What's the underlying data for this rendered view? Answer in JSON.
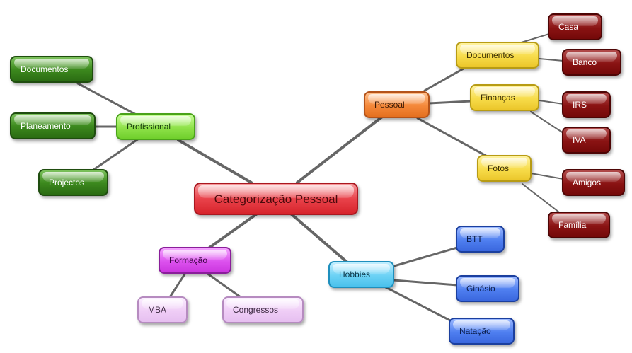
{
  "root": {
    "label": "Categorização Pessoal"
  },
  "profissional": {
    "label": "Profissional",
    "children": [
      "Documentos",
      "Planeamento",
      "Projectos"
    ]
  },
  "pessoal": {
    "label": "Pessoal",
    "documentos": {
      "label": "Documentos",
      "children": [
        "Casa",
        "Banco"
      ]
    },
    "financas": {
      "label": "Finanças",
      "children": [
        "IRS",
        "IVA"
      ]
    },
    "fotos": {
      "label": "Fotos",
      "children": [
        "Amigos",
        "Família"
      ]
    }
  },
  "hobbies": {
    "label": "Hobbies",
    "children": [
      "BTT",
      "Ginásio",
      "Natação"
    ]
  },
  "formacao": {
    "label": "Formação",
    "children": [
      "MBA",
      "Congressos"
    ]
  },
  "colors": {
    "root": "#e9434b",
    "profissional": "#8fe24a",
    "profissional_children": "#3d8a1e",
    "pessoal": "#f4883a",
    "pessoal_sub": "#f7dc4a",
    "pessoal_leaves": "#8a1313",
    "hobbies": "#6cd2f5",
    "hobbies_children": "#4f7ff0",
    "formacao": "#dc52ee",
    "formacao_children": "#efcdf6",
    "connector": "#666666"
  }
}
